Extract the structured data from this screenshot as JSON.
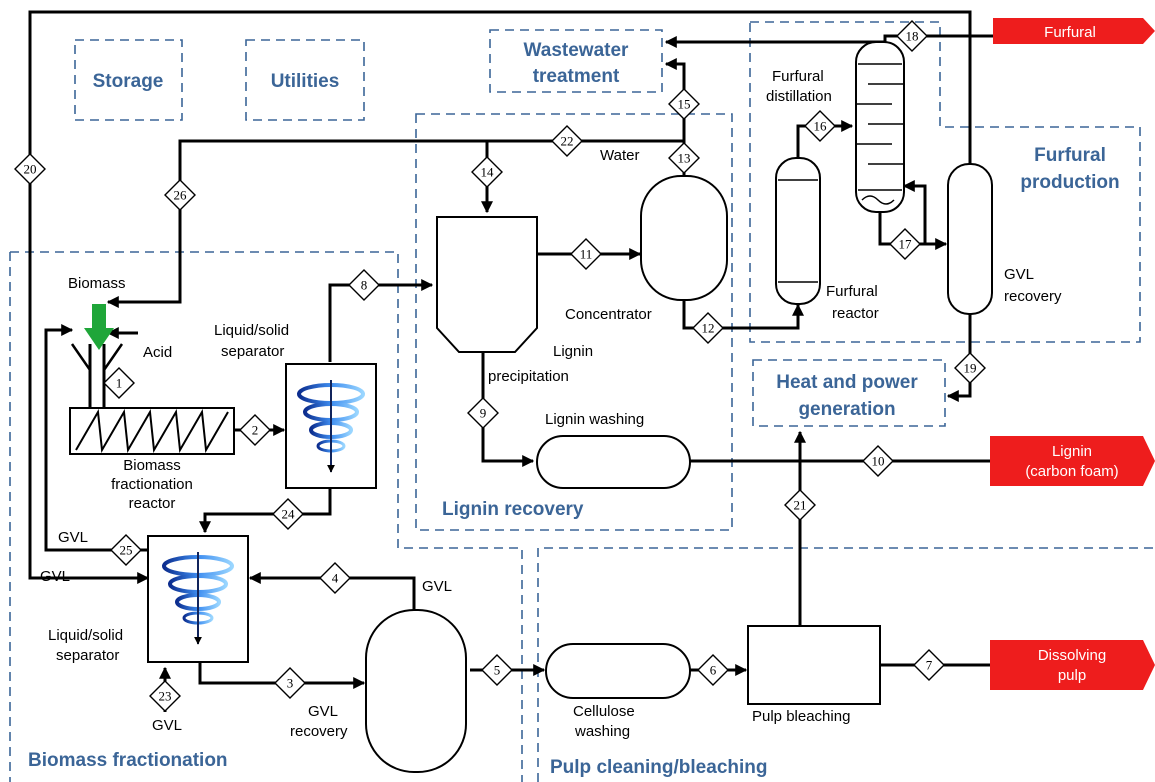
{
  "areas": {
    "storage": "Storage",
    "utilities": "Utilities",
    "wastewater_1": "Wastewater",
    "wastewater_2": "treatment",
    "furfural_prod_1": "Furfural",
    "furfural_prod_2": "production",
    "heat_1": "Heat and power",
    "heat_2": "generation",
    "lignin_recovery": "Lignin recovery",
    "biomass_fractionation": "Biomass fractionation",
    "pulp_cleaning": "Pulp cleaning/bleaching"
  },
  "products": {
    "furfural": "Furfural",
    "lignin_1": "Lignin",
    "lignin_2": "(carbon foam)",
    "pulp_1": "Dissolving",
    "pulp_2": "pulp"
  },
  "labels": {
    "biomass": "Biomass",
    "acid": "Acid",
    "lss_top_1": "Liquid/solid",
    "lss_top_2": "separator",
    "reactor_1": "Biomass",
    "reactor_2": "fractionation",
    "reactor_3": "reactor",
    "lss_bot_1": "Liquid/solid",
    "lss_bot_2": "separator",
    "gvl_left_1": "GVL",
    "gvl_left_2": "GVL",
    "gvl_bottom": "GVL",
    "gvl_top_right": "GVL",
    "gvl_rec_1": "GVL",
    "gvl_rec_2": "recovery",
    "water": "Water",
    "concentrator": "Concentrator",
    "lignin_prec_1": "Lignin",
    "lignin_prec_2": "precipitation",
    "lignin_washing": "Lignin washing",
    "furfural_dist_1": "Furfural",
    "furfural_dist_2": "distillation",
    "furfural_reac_1": "Furfural",
    "furfural_reac_2": "reactor",
    "gvl_recovery2_1": "GVL",
    "gvl_recovery2_2": "recovery",
    "cellulose_1": "Cellulose",
    "cellulose_2": "washing",
    "pulp_bleaching": "Pulp bleaching"
  },
  "streams": [
    "1",
    "2",
    "3",
    "4",
    "5",
    "6",
    "7",
    "8",
    "9",
    "10",
    "11",
    "12",
    "13",
    "14",
    "15",
    "16",
    "17",
    "18",
    "19",
    "20",
    "21",
    "22",
    "23",
    "24",
    "25",
    "26"
  ],
  "colors": {
    "area": "#3b6597",
    "product": "#ee1d1d",
    "arrow_green": "#1fa639",
    "spiral": "#2a63d8"
  }
}
